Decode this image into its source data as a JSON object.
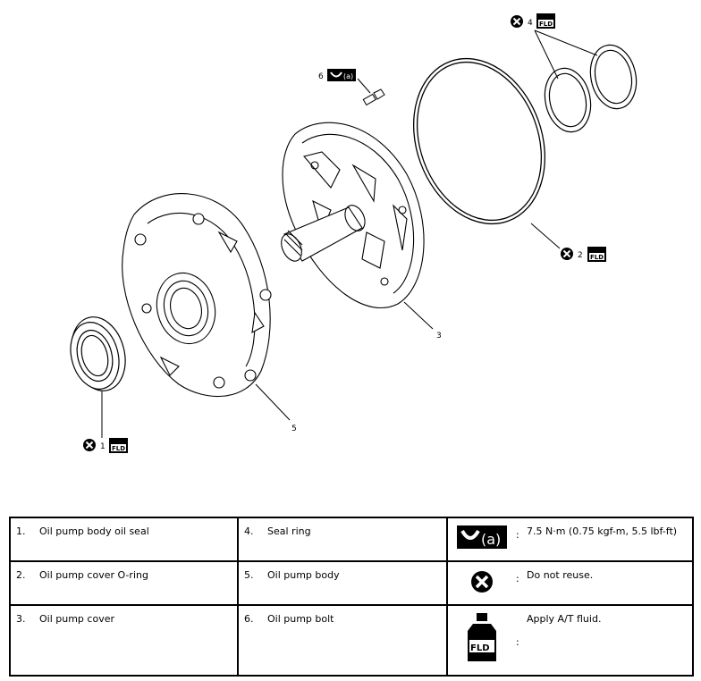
{
  "callouts": {
    "c1": {
      "num": "1",
      "fld": "FLD"
    },
    "c2": {
      "num": "2",
      "fld": "FLD"
    },
    "c3": {
      "num": "3"
    },
    "c4": {
      "num": "4",
      "fld": "FLD"
    },
    "c5": {
      "num": "5"
    },
    "c6": {
      "num": "6",
      "torque_tag": "(a)"
    }
  },
  "parts": [
    {
      "num": "1.",
      "name": "Oil pump body oil seal"
    },
    {
      "num": "2.",
      "name": "Oil pump cover O-ring"
    },
    {
      "num": "3.",
      "name": "Oil pump cover"
    },
    {
      "num": "4.",
      "name": "Seal ring"
    },
    {
      "num": "5.",
      "name": "Oil pump body"
    },
    {
      "num": "6.",
      "name": "Oil pump bolt"
    }
  ],
  "symbols": [
    {
      "icon": "torque-wrench-icon",
      "tag": "(a)",
      "colon": ":",
      "text": "7.5 N·m (0.75 kgf-m, 5.5 lbf-ft)"
    },
    {
      "icon": "do-not-reuse-icon",
      "colon": ":",
      "text": "Do not reuse."
    },
    {
      "icon": "fluid-bottle-icon",
      "fld": "FLD",
      "colon": ":",
      "text": "Apply A/T fluid."
    }
  ]
}
